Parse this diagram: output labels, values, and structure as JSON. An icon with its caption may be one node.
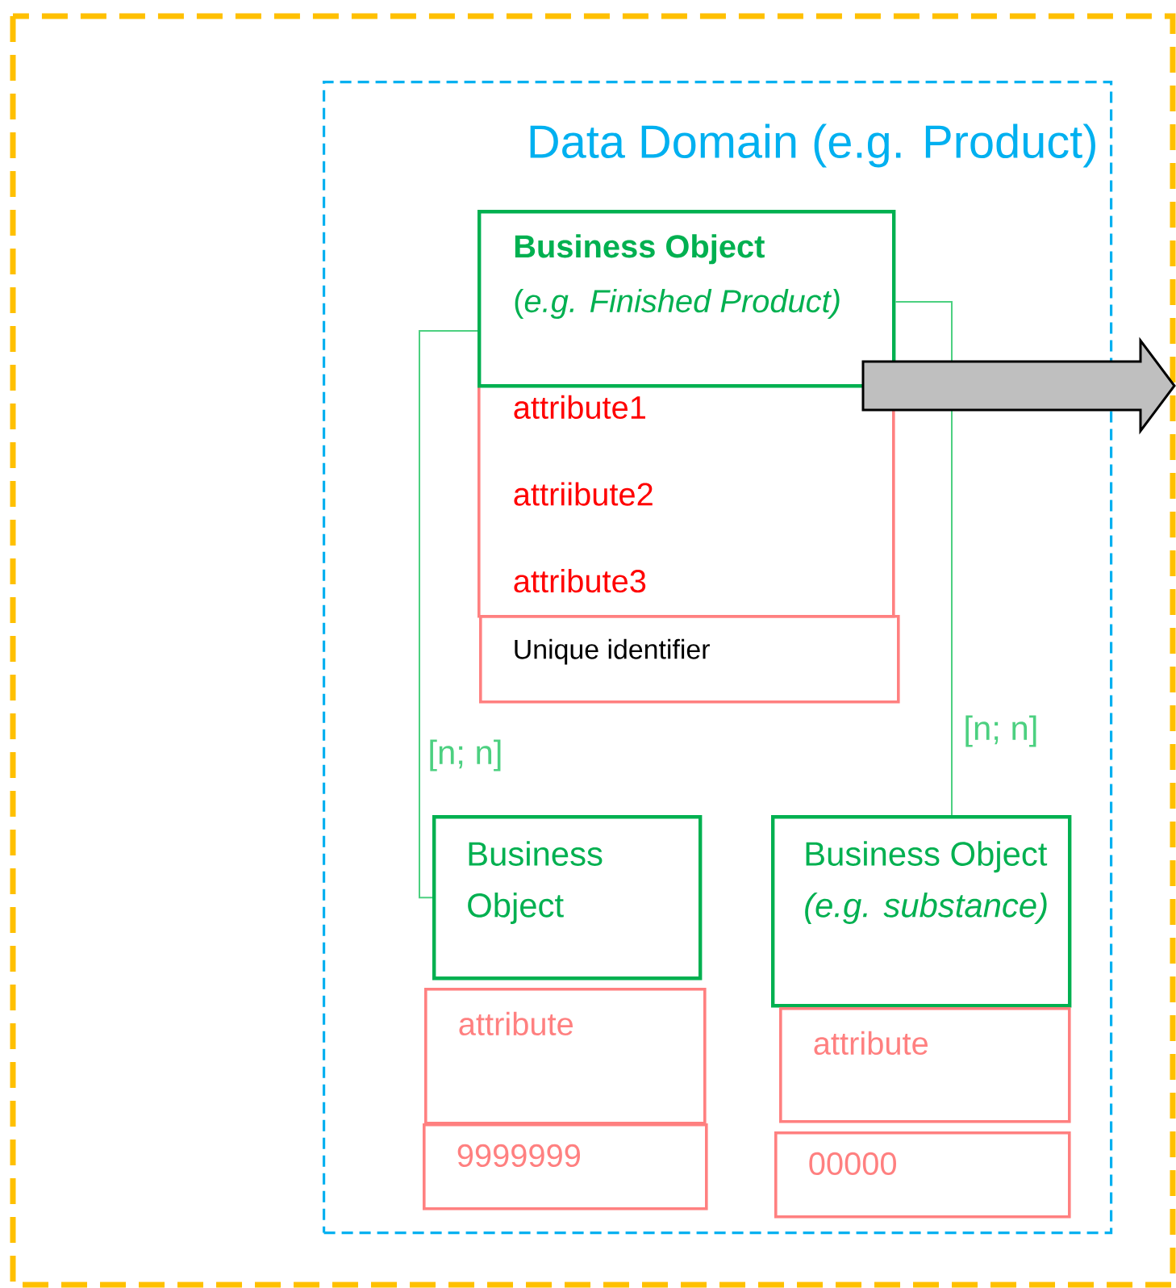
{
  "diagram": {
    "nodes": [
      {
        "text": [
          "Data Domain (e.g. Product)"
        ]
      },
      {
        "text": [
          "Business Object",
          "(*e.g. Finished Product)*"
        ],
        "in": 0
      },
      {
        "text": [
          "attribute1",
          "attriibute2",
          "attribute3"
        ],
        "in": 0
      },
      {
        "text": [
          "Unique identifier"
        ],
        "in": 0
      },
      {
        "text": [
          "Business Object"
        ],
        "in": 0
      },
      {
        "text": [
          "attribute"
        ],
        "in": 0
      },
      {
        "text": [
          "9999999"
        ],
        "in": 0
      },
      {
        "text": [
          "Business Object *(e.g. substance)*"
        ],
        "in": 0
      },
      {
        "text": [
          "attribute"
        ],
        "in": 0
      },
      {
        "text": [
          "00000"
        ],
        "in": 0
      }
    ],
    "edges": [
      {
        "from": 1,
        "to": 4,
        "arrow": "none",
        "label": "[n; n]"
      },
      {
        "from": 1,
        "to": 7,
        "arrow": "none",
        "label": "[n; n]"
      },
      {
        "from": 1,
        "to": null,
        "arrow": "to",
        "style": "thick",
        "color": "#bfbfbf"
      }
    ]
  }
}
